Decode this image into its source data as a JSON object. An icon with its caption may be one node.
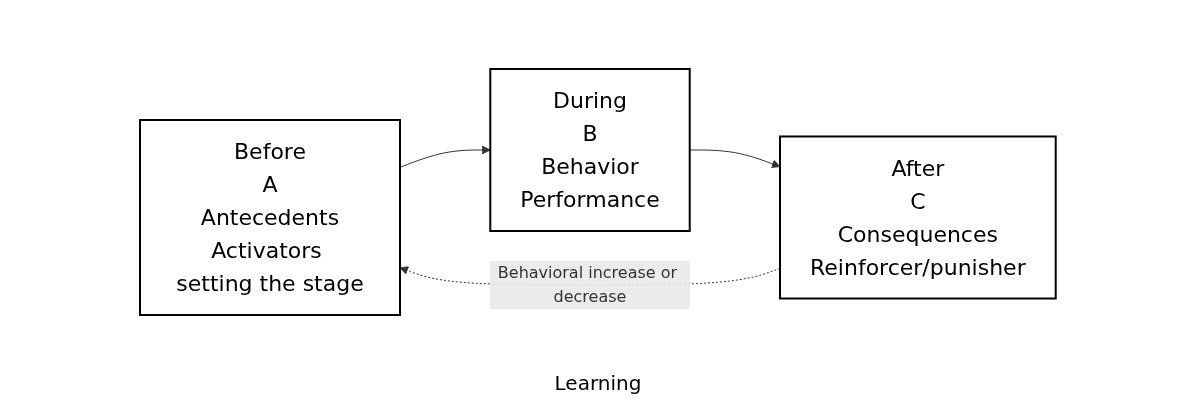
{
  "diagram": {
    "nodes": [
      {
        "text": [
          "Before",
          "A",
          "Antecedents",
          "Activators setting the stage"
        ]
      },
      {
        "text": [
          "During",
          "B",
          "Behavior",
          "Performance"
        ]
      },
      {
        "text": [
          "After",
          "C",
          "Consequences",
          "Reinforcer/punisher"
        ]
      }
    ],
    "edges": [
      {
        "from": 0,
        "to": 1,
        "arrow": "to"
      },
      {
        "from": 1,
        "to": 2,
        "arrow": "to"
      },
      {
        "from": 2,
        "to": 0,
        "arrow": "to",
        "style": "dashed",
        "label": "Behavioral increase or decrease"
      }
    ],
    "labels": [
      "Learning"
    ]
  }
}
